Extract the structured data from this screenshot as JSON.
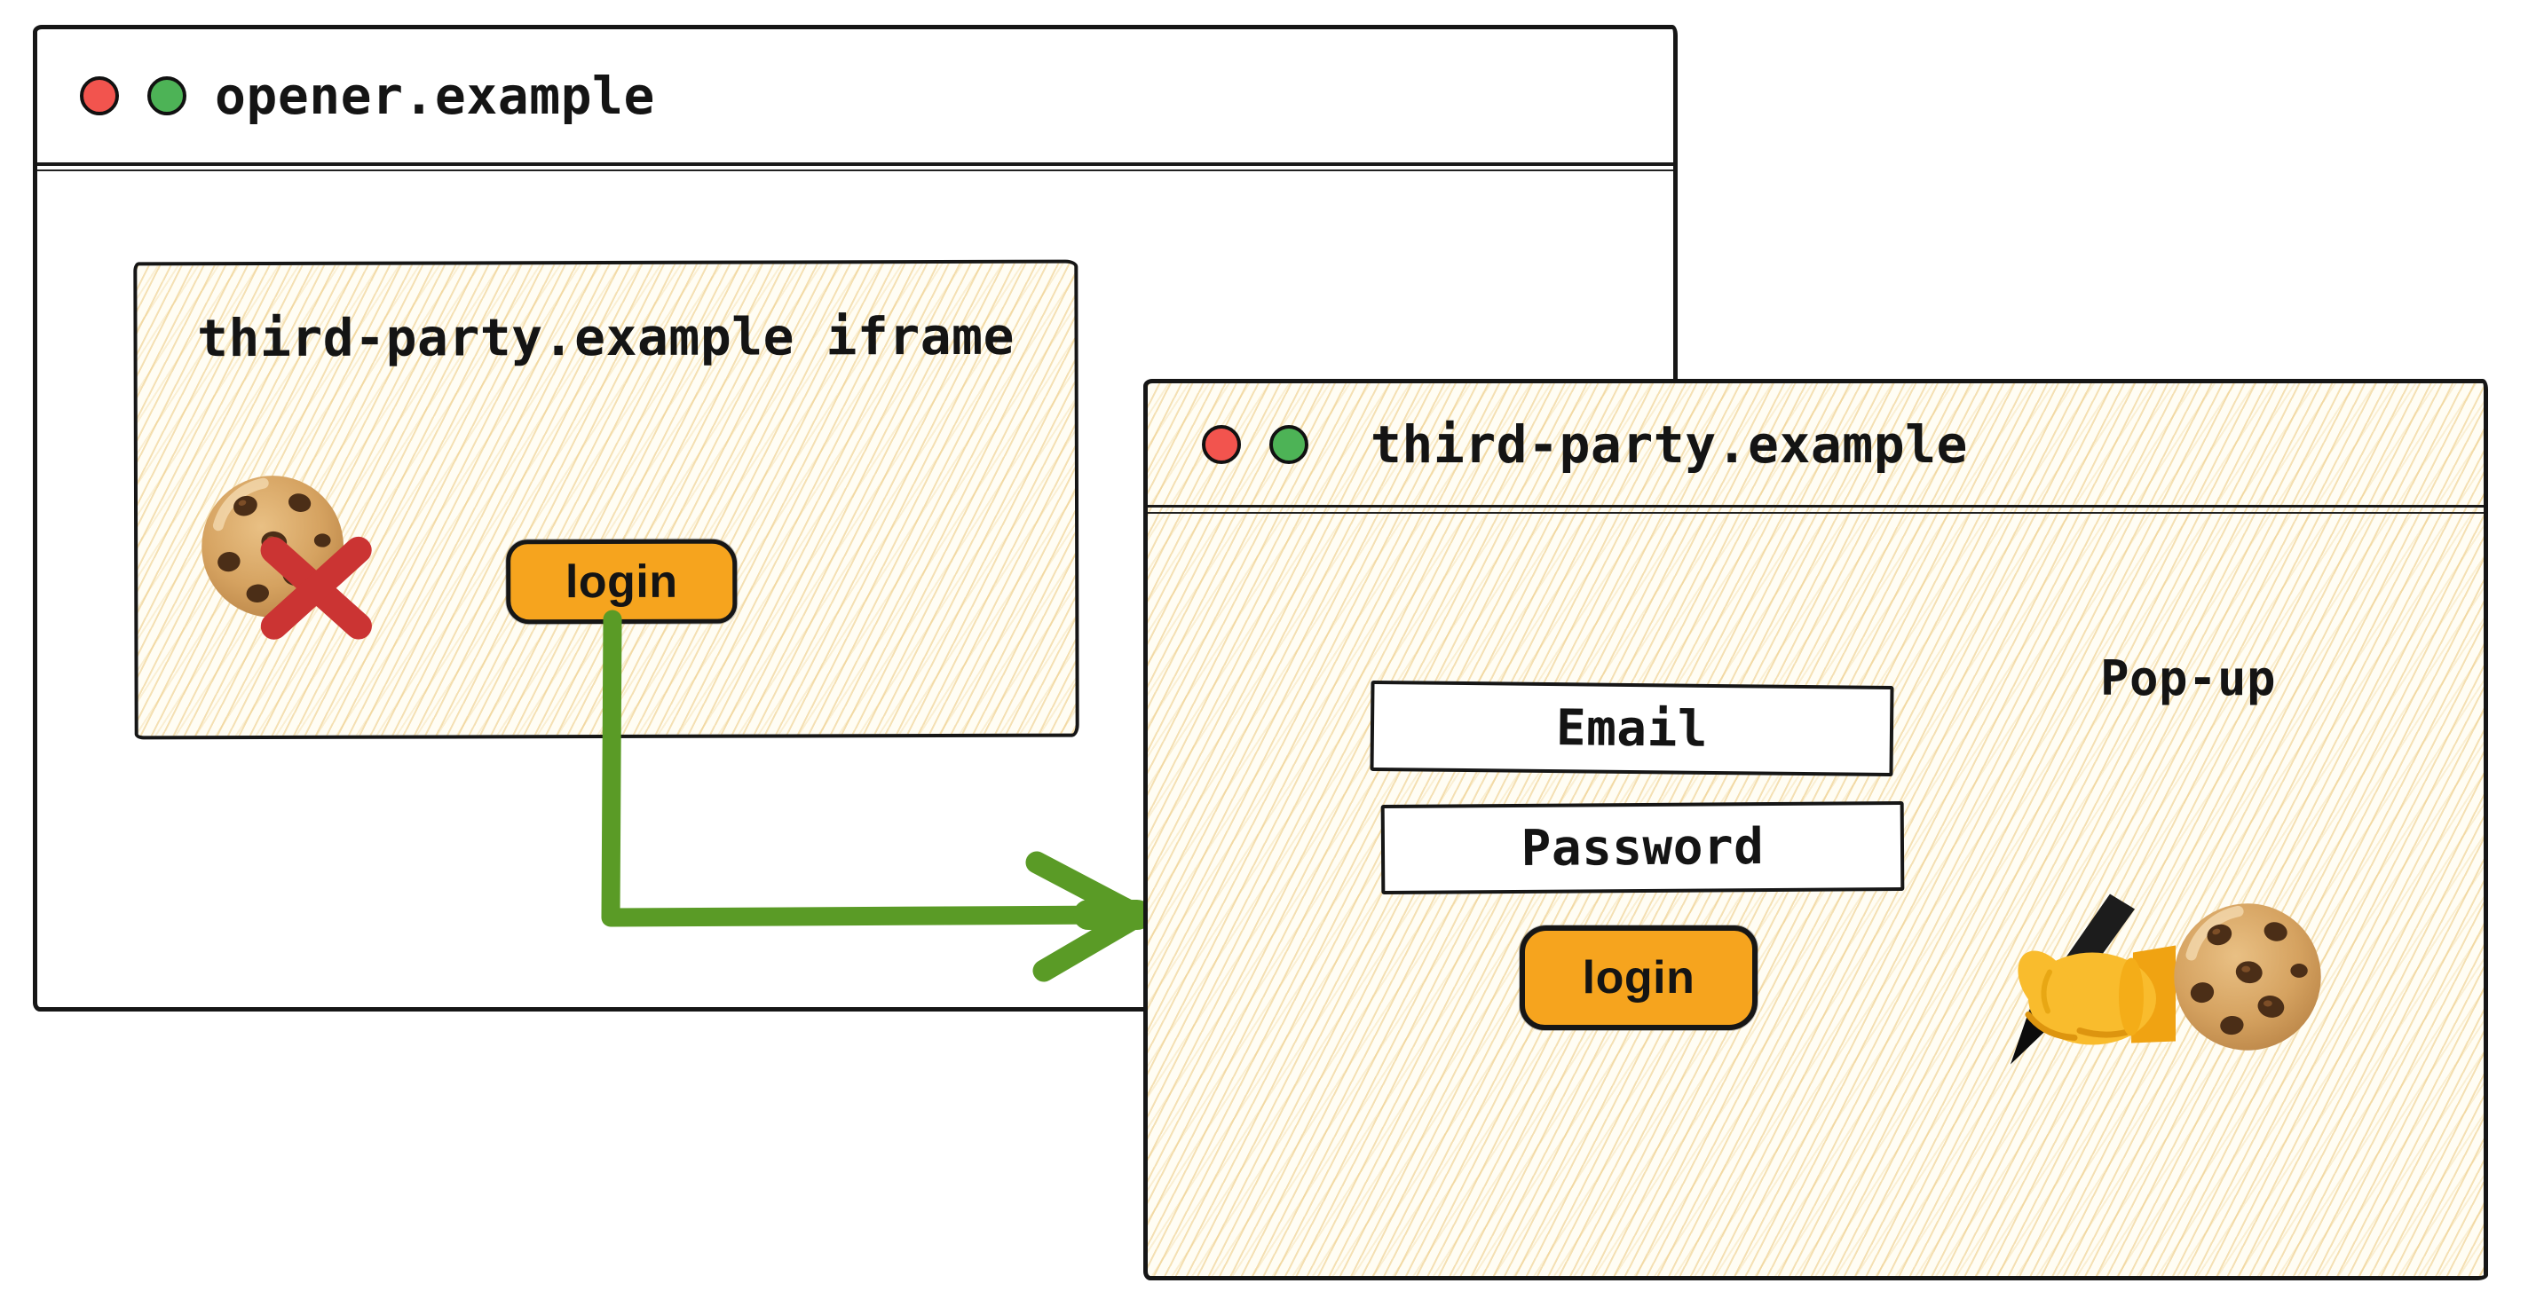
{
  "opener_window": {
    "title": "opener.example",
    "iframe": {
      "heading": "third-party.example iframe",
      "login_button_label": "login"
    }
  },
  "popup_window": {
    "title": "third-party.example",
    "popup_label": "Pop-up",
    "form": {
      "email_placeholder": "Email",
      "password_placeholder": "Password",
      "login_button_label": "login"
    }
  },
  "icons": {
    "traffic_light_red": "red-circle-window-control",
    "traffic_light_green": "green-circle-window-control",
    "blocked_cookie": "chocolate-chip-cookie-with-red-x",
    "cookie": "chocolate-chip-cookie",
    "writing_hand": "writing-hand-holding-pen",
    "flow_arrow": "green-elbow-arrow-from-iframe-login-to-popup"
  },
  "colors": {
    "ink": "#161616",
    "hatch_background": "#fffdf4",
    "hatch_line": "#e9c373",
    "traffic_red": "#f2544e",
    "traffic_green": "#4db356",
    "button_orange": "#f6a41e",
    "arrow_green": "#5a9b26",
    "blocked_x_red": "#cb3433",
    "field_background": "#ffffff"
  }
}
